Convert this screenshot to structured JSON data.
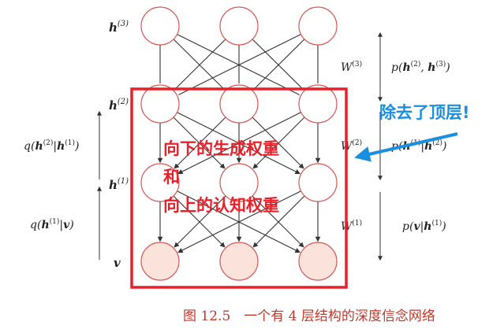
{
  "diagram": {
    "layers": [
      {
        "id": "h3",
        "label": "h",
        "sup": "(3)"
      },
      {
        "id": "h2",
        "label": "h",
        "sup": "(2)"
      },
      {
        "id": "h1",
        "label": "h",
        "sup": "(1)"
      },
      {
        "id": "v",
        "label": "v",
        "sup": ""
      }
    ],
    "weights": [
      {
        "label": "W",
        "sup": "(3)"
      },
      {
        "label": "W",
        "sup": "(2)"
      },
      {
        "label": "W",
        "sup": "(1)"
      }
    ],
    "right_labels": [
      {
        "text": "p(h(2), h(3))"
      },
      {
        "text": "p(h(1)|h(2))"
      },
      {
        "text": "p(v|h(1))"
      }
    ],
    "left_labels": [
      {
        "text": "q(h(2)|h(1))"
      },
      {
        "text": "q(h(1)|v)"
      }
    ]
  },
  "annotations": {
    "box_line1": "向下的生成权重",
    "box_line2": "和",
    "box_line3": "向上的认知权重",
    "remove_top": "除去了顶层!"
  },
  "caption": "图 12.5　一个有 4 层结构的深度信念网络",
  "colors": {
    "node_fill": "#ffffff",
    "node_stroke": "#d9544f",
    "visible_fill": "#fbe3dc",
    "red_box": "#e8202a",
    "blue_arrow": "#1a8fe0",
    "caption": "#c0392b"
  }
}
